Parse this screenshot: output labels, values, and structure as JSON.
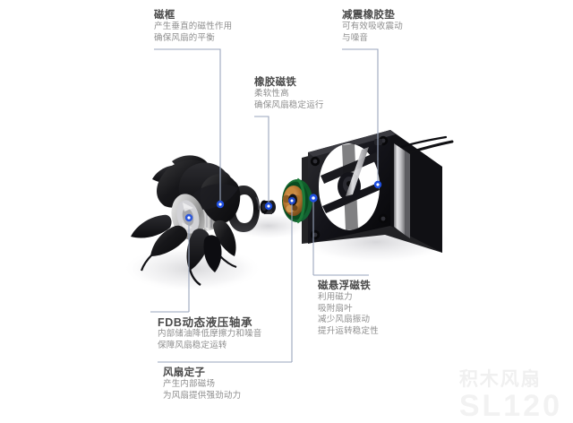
{
  "meta": {
    "accent_dot": "#1f4fe0",
    "leader_color": "#9aa6bd",
    "title_color": "#4a4a4a",
    "body_color": "#8e8e8e",
    "background": "#ffffff"
  },
  "watermark": {
    "cn": "积木风扇",
    "en": "SL120"
  },
  "callouts": [
    {
      "id": "magnet-frame",
      "title": "磁框",
      "lines": [
        "产生垂直的磁性作用",
        "确保风扇的平衡"
      ]
    },
    {
      "id": "damping-rubber-pad",
      "title": "减震橡胶垫",
      "lines": [
        "可有效吸收震动",
        "与噪音"
      ]
    },
    {
      "id": "rubber-magnet",
      "title": "橡胶磁铁",
      "lines": [
        "柔软性高",
        "确保风扇稳定运行"
      ]
    },
    {
      "id": "maglev-magnet",
      "title": "磁悬浮磁铁",
      "lines": [
        "利用磁力",
        "吸附扇叶",
        "减少风扇振动",
        "提升运转稳定性"
      ]
    },
    {
      "id": "fdb-bearing",
      "title": "FDB动态液压轴承",
      "lines": [
        "内部储油降低摩擦力和噪音",
        "保障风扇稳定运转"
      ]
    },
    {
      "id": "fan-stator",
      "title": "风扇定子",
      "lines": [
        "产生内部磁场",
        "为风扇提供强劲动力"
      ]
    }
  ],
  "diagram": {
    "type": "exploded-assembly",
    "parts": [
      "fan-impeller",
      "magnet-frame-ring",
      "rubber-magnet-ring",
      "maglev-magnet-stud",
      "fan-stator-coil",
      "fan-frame"
    ]
  }
}
